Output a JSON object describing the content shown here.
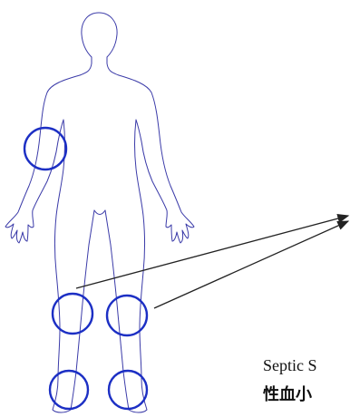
{
  "diagram": {
    "caption_en": "Septic S",
    "caption_zh": "性血小",
    "colors": {
      "outline": "#3a3aa8",
      "markers": "#1c2fc4",
      "arrows": "#222222"
    },
    "markers": [
      {
        "name": "marker-right-elbow"
      },
      {
        "name": "marker-right-knee"
      },
      {
        "name": "marker-left-knee"
      },
      {
        "name": "marker-right-ankle"
      },
      {
        "name": "marker-left-ankle"
      }
    ],
    "arrows": [
      {
        "name": "arrow-from-right-knee"
      },
      {
        "name": "arrow-from-left-knee"
      }
    ]
  }
}
